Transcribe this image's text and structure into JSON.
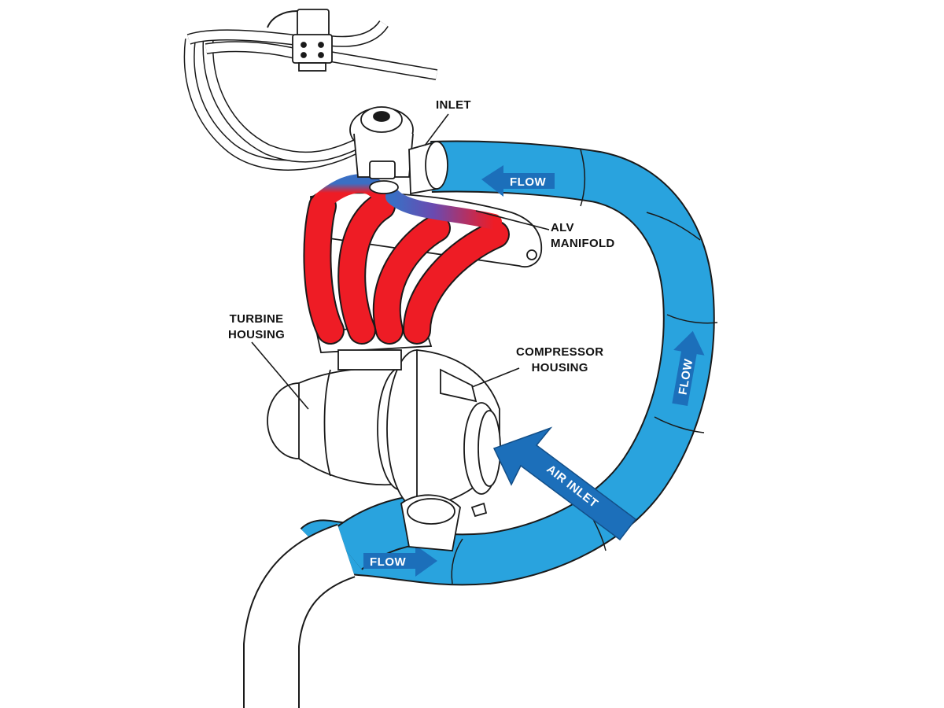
{
  "labels": {
    "inlet": "INLET",
    "alv_manifold": [
      "ALV",
      "MANIFOLD"
    ],
    "turbine_housing": [
      "TURBINE",
      "HOUSING"
    ],
    "compressor_housing": [
      "COMPRESSOR",
      "HOUSING"
    ],
    "flow_top": "FLOW",
    "flow_right": "FLOW",
    "flow_bottom": "FLOW",
    "air_inlet": "AIR INLET"
  },
  "colors": {
    "blue_pipe": "#29a3de",
    "dark_blue_arrow": "#1c6fba",
    "manifold_red": "#ee1c25",
    "outline": "#1a1a1a"
  }
}
